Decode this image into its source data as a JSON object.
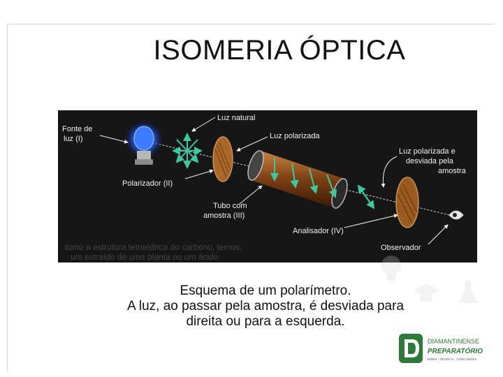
{
  "slide": {
    "title": "ISOMERIA ÓPTICA",
    "caption": {
      "line1": "Esquema de um polarímetro.",
      "line2": "A luz, ao passar pela amostra, é desviada para",
      "line3": "direita ou para a esquerda."
    }
  },
  "diagram": {
    "labels": {
      "light_source_1": "Fonte de",
      "light_source_2": "luz (I)",
      "natural_light": "Luz natural",
      "polarized_light": "Luz polarizada",
      "deviated_1": "Luz polarizada e",
      "deviated_2": "desviada pela",
      "deviated_3": "amostra",
      "polarizer": "Polarizador (II)",
      "tube_1": "Tubo com",
      "tube_2": "amostra (III)",
      "analyzer": "Analisador (IV)",
      "observer": "Observador"
    },
    "background_text": [
      "tomo a estrutura tetraédrica do carbono, temos:",
      "um extraído de uma planta ou um ácido"
    ],
    "colors": {
      "background": "#161616",
      "arrow": "#3cc9a0",
      "tube": "#8a4a1c",
      "filter": "#c87a30",
      "bulb": "#2a6cff"
    }
  },
  "logo": {
    "line1": "DIAMANTINENSE",
    "line2": "PREPARATÓRIO",
    "line3": "ENEM · TÉCNICO · CONCURSOS",
    "color": "#2d7a3a"
  }
}
